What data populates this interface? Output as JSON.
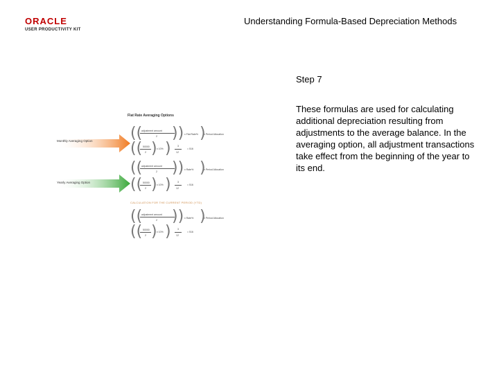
{
  "header": {
    "logo_word": "ORACLE",
    "logo_sub": "USER PRODUCTIVITY KIT",
    "title": "Understanding Formula-Based Depreciation Methods"
  },
  "content": {
    "step": "Step 7",
    "description": "These formulas are used for calculating additional depreciation resulting from adjustments to the average balance. In the averaging option, all adjustment transactions take effect from the beginning of the year to its end."
  },
  "figure": {
    "title": "Flat Rate Averaging Options",
    "monthly_label": "Monthly Averaging Option",
    "yearly_label": "Yearly Averaging Option",
    "subtitle": "CALCULATION FOR THE CURRENT PERIOD (YTD)",
    "adjustment_amount": "adjustment amount",
    "two": "2",
    "rate": "x Flat Rate%",
    "rate_pct": "x Rate%",
    "period_alloc": "x Period Allocation",
    "fifty": "50000",
    "pct": "x 10%",
    "three": "3",
    "twelve": "12",
    "result": "= 516",
    "colors": {
      "orange": "#f07a20",
      "green": "#3aa83a"
    }
  }
}
